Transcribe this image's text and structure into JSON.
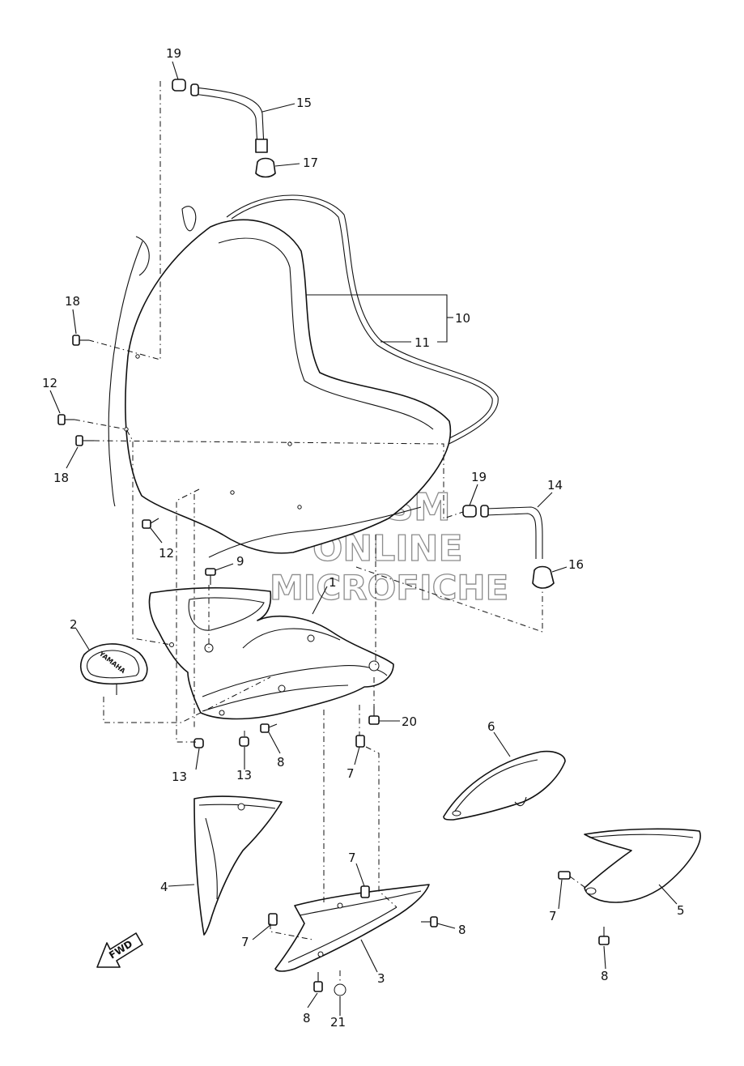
{
  "callouts": [
    {
      "id": "c1",
      "label": "1"
    },
    {
      "id": "c2",
      "label": "2"
    },
    {
      "id": "c3",
      "label": "3"
    },
    {
      "id": "c4",
      "label": "4"
    },
    {
      "id": "c5",
      "label": "5"
    },
    {
      "id": "c6",
      "label": "6"
    },
    {
      "id": "c7a",
      "label": "7"
    },
    {
      "id": "c7b",
      "label": "7"
    },
    {
      "id": "c7c",
      "label": "7"
    },
    {
      "id": "c7d",
      "label": "7"
    },
    {
      "id": "c8a",
      "label": "8"
    },
    {
      "id": "c8b",
      "label": "8"
    },
    {
      "id": "c8c",
      "label": "8"
    },
    {
      "id": "c8d",
      "label": "8"
    },
    {
      "id": "c9",
      "label": "9"
    },
    {
      "id": "c10",
      "label": "10"
    },
    {
      "id": "c11",
      "label": "11"
    },
    {
      "id": "c12a",
      "label": "12"
    },
    {
      "id": "c12b",
      "label": "12"
    },
    {
      "id": "c13a",
      "label": "13"
    },
    {
      "id": "c13b",
      "label": "13"
    },
    {
      "id": "c14",
      "label": "14"
    },
    {
      "id": "c15",
      "label": "15"
    },
    {
      "id": "c16",
      "label": "16"
    },
    {
      "id": "c17",
      "label": "17"
    },
    {
      "id": "c18a",
      "label": "18"
    },
    {
      "id": "c18b",
      "label": "18"
    },
    {
      "id": "c19a",
      "label": "19"
    },
    {
      "id": "c19b",
      "label": "19"
    },
    {
      "id": "c20",
      "label": "20"
    },
    {
      "id": "c21",
      "label": "21"
    }
  ],
  "watermark": {
    "line1": "HLSM",
    "line2": "ONLINE",
    "line3": "MICROFICHE",
    "color": "#8c8c8c"
  },
  "logo_text": "YAMAHA",
  "direction_label": "FWD"
}
